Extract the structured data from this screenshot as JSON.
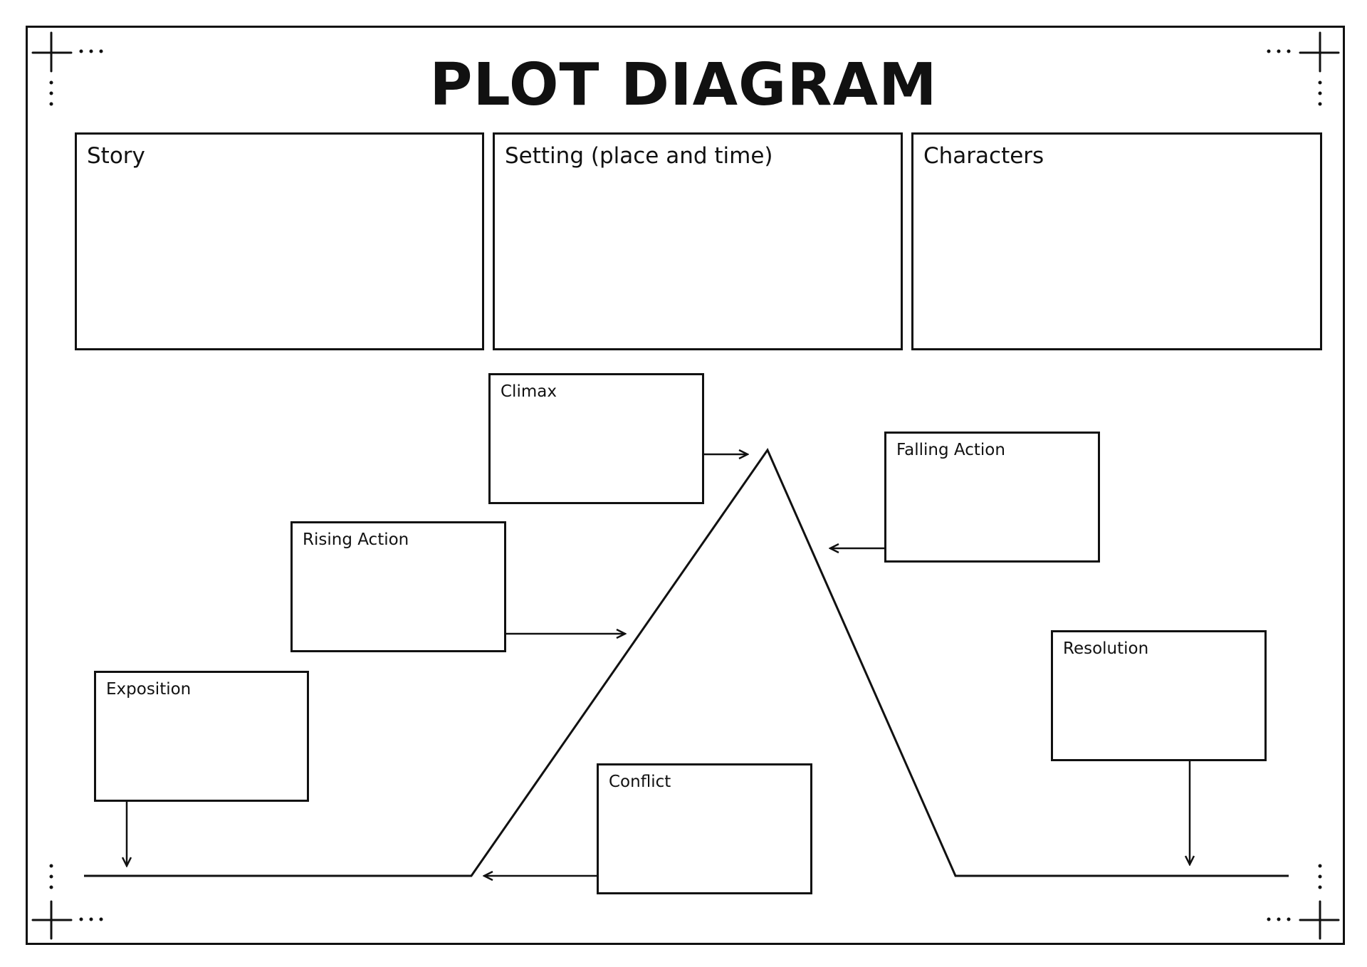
{
  "title": "PLOT DIAGRAM",
  "info_boxes": {
    "story": "Story",
    "setting": "Setting (place and time)",
    "characters": "Characters"
  },
  "plot_boxes": {
    "exposition": "Exposition",
    "rising_action": "Rising Action",
    "climax": "Climax",
    "falling_action": "Falling Action",
    "resolution": "Resolution",
    "conflict": "Conflict"
  },
  "colors": {
    "ink": "#111111",
    "background": "#ffffff"
  }
}
